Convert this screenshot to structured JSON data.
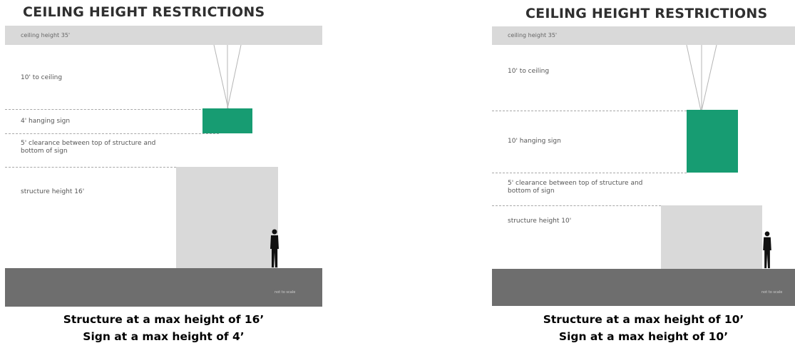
{
  "left": {
    "title": "CEILING HEIGHT RESTRICTIONS",
    "ceiling_label": "ceiling height 35'",
    "to_ceiling_label": "10' to ceiling",
    "sign_label": "4' hanging sign",
    "clearance_line1": "5' clearance between top of structure and",
    "clearance_line2": "bottom of sign",
    "structure_label": "structure height 16'",
    "scale_note": "not to scale",
    "caption_line1": "Structure at a max height of 16’",
    "caption_line2": "Sign at a max height of 4’"
  },
  "right": {
    "title": "CEILING HEIGHT RESTRICTIONS",
    "ceiling_label": "ceiling height 35'",
    "to_ceiling_label": "10' to ceiling",
    "sign_label": "10' hanging sign",
    "clearance_line1": "5' clearance between top of structure and",
    "clearance_line2": "bottom of sign",
    "structure_label": "structure height 10'",
    "scale_note": "not to scale",
    "caption_line1": "Structure at a max height of 10’",
    "caption_line2": "Sign at a max height of 10’"
  },
  "colors": {
    "sign": "#179c72",
    "ceiling": "#d9d9d9",
    "structure": "#d9d9d9",
    "floor": "#6e6e6e",
    "title": "#2f2f2f"
  },
  "icons": [
    "hanging-wires-icon",
    "person-silhouette-icon"
  ]
}
